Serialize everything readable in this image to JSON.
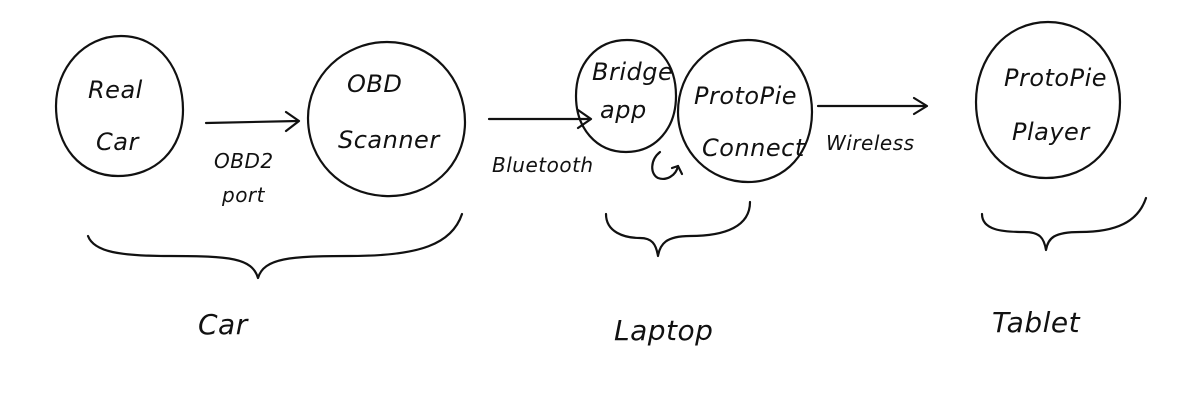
{
  "diagram": {
    "nodes": {
      "real_car": {
        "line1": "Real",
        "line2": "Car"
      },
      "obd_scanner": {
        "line1": "OBD",
        "line2": "Scanner"
      },
      "bridge_app": {
        "line1": "Bridge",
        "line2": "app"
      },
      "protopie_connect": {
        "line1": "ProtoPie",
        "line2": "Connect"
      },
      "protopie_player": {
        "line1": "ProtoPie",
        "line2": "Player"
      }
    },
    "edges": {
      "obd2_port": {
        "line1": "OBD2",
        "line2": "port"
      },
      "bluetooth": "Bluetooth",
      "wireless": "Wireless"
    },
    "groups": {
      "car": "Car",
      "laptop": "Laptop",
      "tablet": "Tablet"
    },
    "ink_color": "#111111"
  }
}
